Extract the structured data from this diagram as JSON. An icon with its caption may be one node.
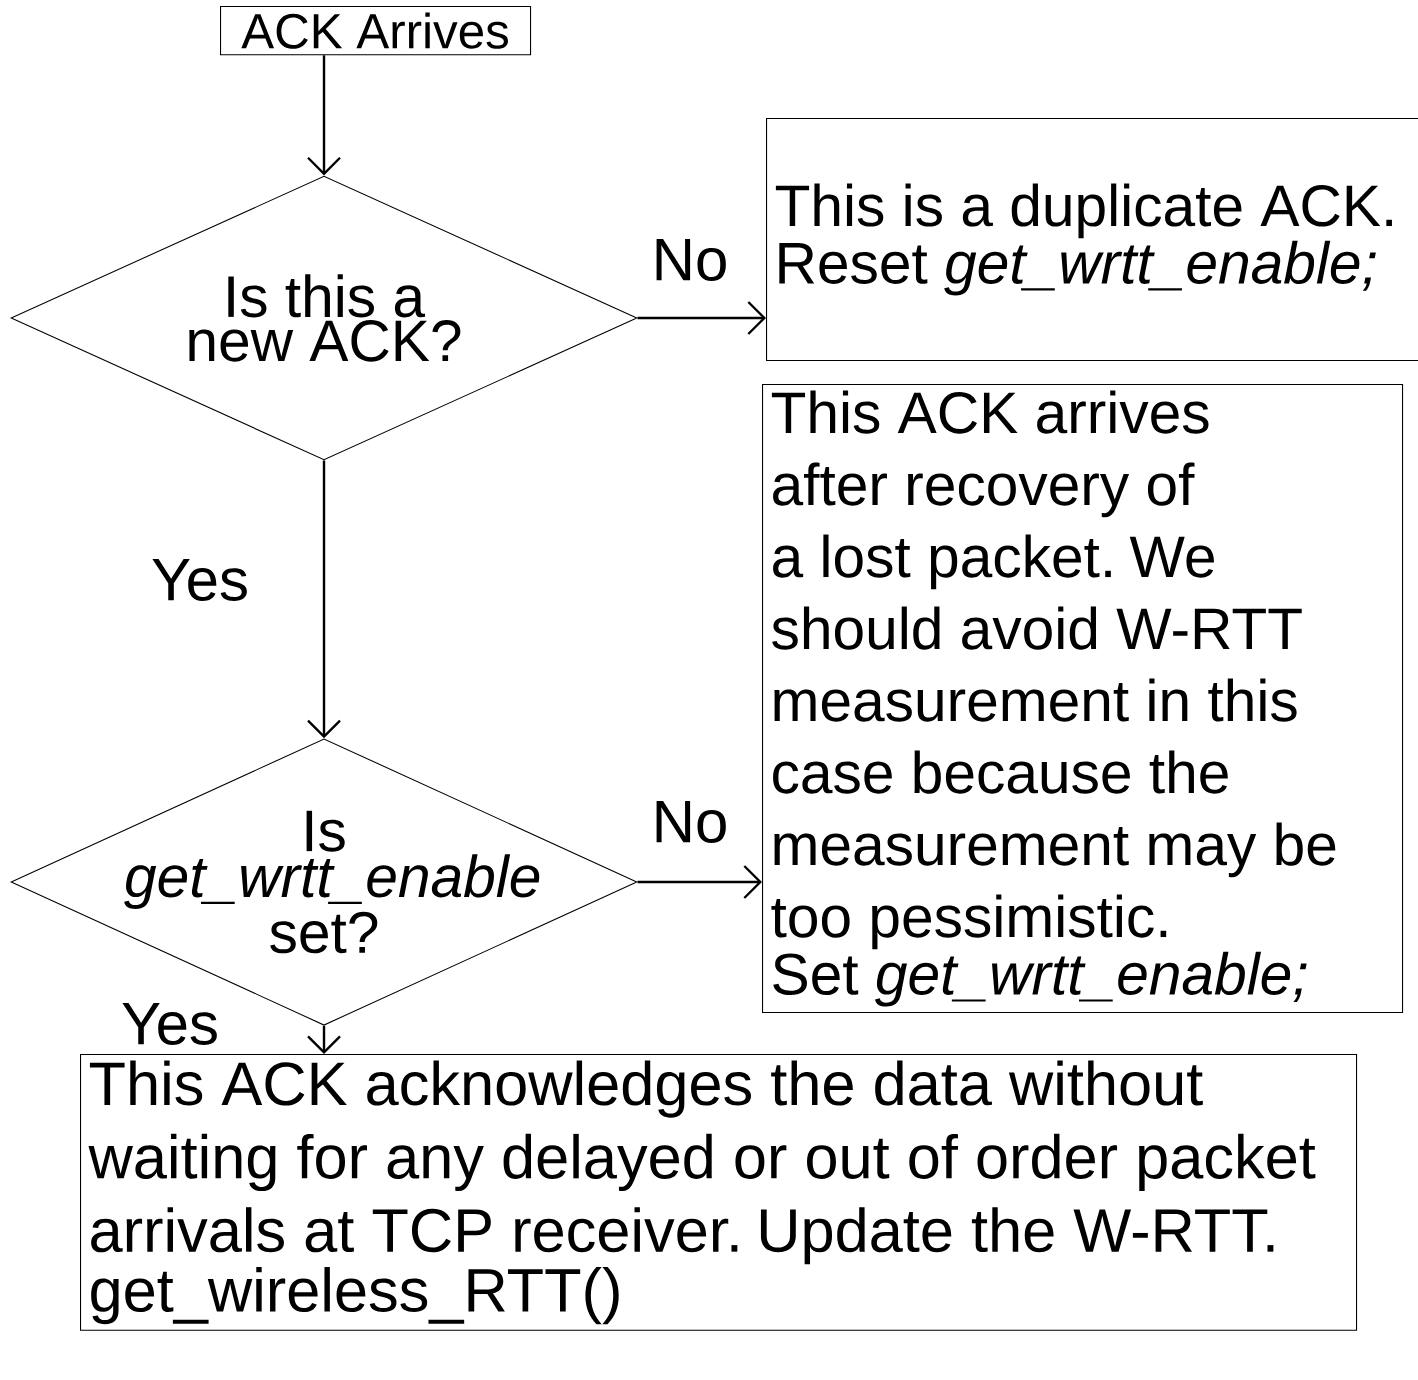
{
  "diagram": {
    "nodes": [
      {
        "text": [
          "ACK Arrives"
        ]
      },
      {
        "text": [
          "Is this a new ACK?"
        ]
      },
      {
        "text": [
          "This is a duplicate ACK.",
          "Reset *get_wrtt_enable;*"
        ]
      },
      {
        "text": [
          "Is *get_wrtt_enable* set?"
        ]
      },
      {
        "text": [
          "This ACK arrives after recovery of a lost packet. We should avoid W-RTT measurement in this case because the measurement may be too pessimistic.",
          "Set *get_wrtt_enable;*"
        ]
      },
      {
        "text": [
          "This ACK acknowledges the data without waiting for any delayed or out of order packet arrivals at TCP receiver. Update the W-RTT.",
          "get_wireless_RTT()"
        ]
      }
    ],
    "edges": [
      {
        "from": 0,
        "to": 1,
        "arrow": "to"
      },
      {
        "from": 1,
        "to": 2,
        "arrow": "to",
        "label": "No"
      },
      {
        "from": 1,
        "to": 3,
        "arrow": "to",
        "label": "Yes"
      },
      {
        "from": 3,
        "to": 4,
        "arrow": "to",
        "label": "No"
      },
      {
        "from": 3,
        "to": 5,
        "arrow": "to",
        "label": "Yes"
      }
    ]
  }
}
